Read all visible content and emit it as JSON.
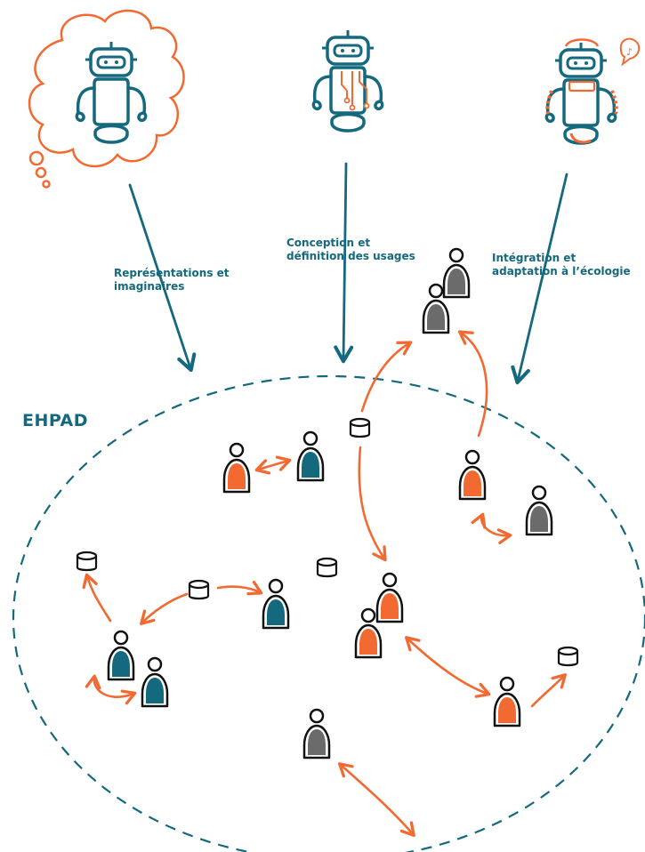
{
  "labels": {
    "representations": [
      "Représentations et",
      "imaginaires"
    ],
    "conception": [
      "Conception et",
      "définition des usages"
    ],
    "integration": [
      "Intégration et",
      "adaptation à l’écologie"
    ],
    "ehpad": "EHPAD"
  },
  "colors": {
    "teal": "#14697e",
    "orange": "#f26a32",
    "gray": "#6b6b6b",
    "ink": "#111111"
  },
  "icons": {
    "robot_imagined": "robot-thought-bubble-icon",
    "robot_designed": "robot-circuit-icon",
    "robot_integrated": "robot-music-icon",
    "person": "person-icon",
    "device": "cylinder-device-icon"
  }
}
